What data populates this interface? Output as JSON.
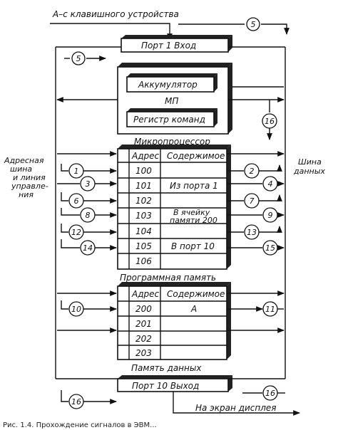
{
  "top_input_label": "А–с клавишного устройства",
  "port1_label": "Порт 1  Вход",
  "accumulator_label": "Аккумулятор",
  "mp_label": "МП",
  "instr_reg_label": "Регистр команд",
  "microprocessor_label": "Микропроцессор",
  "address_bus_label": [
    "Адресная",
    "шина",
    "и линия",
    "управле-",
    "ния"
  ],
  "data_bus_label": [
    "Шина",
    "данных"
  ],
  "program_memory": {
    "header_addr": "Адрес",
    "header_content": "Содержимое",
    "rows": [
      {
        "addr": "100",
        "content": ""
      },
      {
        "addr": "101",
        "content": "Из порта 1"
      },
      {
        "addr": "102",
        "content": ""
      },
      {
        "addr": "103",
        "content": "В ячейку памяти 200"
      },
      {
        "addr": "104",
        "content": ""
      },
      {
        "addr": "105",
        "content": "В порт 10"
      },
      {
        "addr": "106",
        "content": ""
      }
    ],
    "label": "Программная память"
  },
  "data_memory": {
    "header_addr": "Адрес",
    "header_content": "Содержимое",
    "rows": [
      {
        "addr": "200",
        "content": "А"
      },
      {
        "addr": "201",
        "content": ""
      },
      {
        "addr": "202",
        "content": ""
      },
      {
        "addr": "203",
        "content": ""
      }
    ],
    "label": "Память данных"
  },
  "port10_label": "Порт 10  Выход",
  "display_label": "На экран дисплея",
  "step_numbers": {
    "top_right": "5",
    "left_port1": "5",
    "mp_step": "16",
    "left": [
      "1",
      "3",
      "6",
      "8",
      "12",
      "14"
    ],
    "right": [
      "2",
      "4",
      "7",
      "9",
      "13",
      "15"
    ],
    "data_left": "10",
    "data_right": "11",
    "bottom_left": "16",
    "bottom_right": "16"
  },
  "caption": "Рис. 1.4. Прохождение сигналов в ЭВМ..."
}
